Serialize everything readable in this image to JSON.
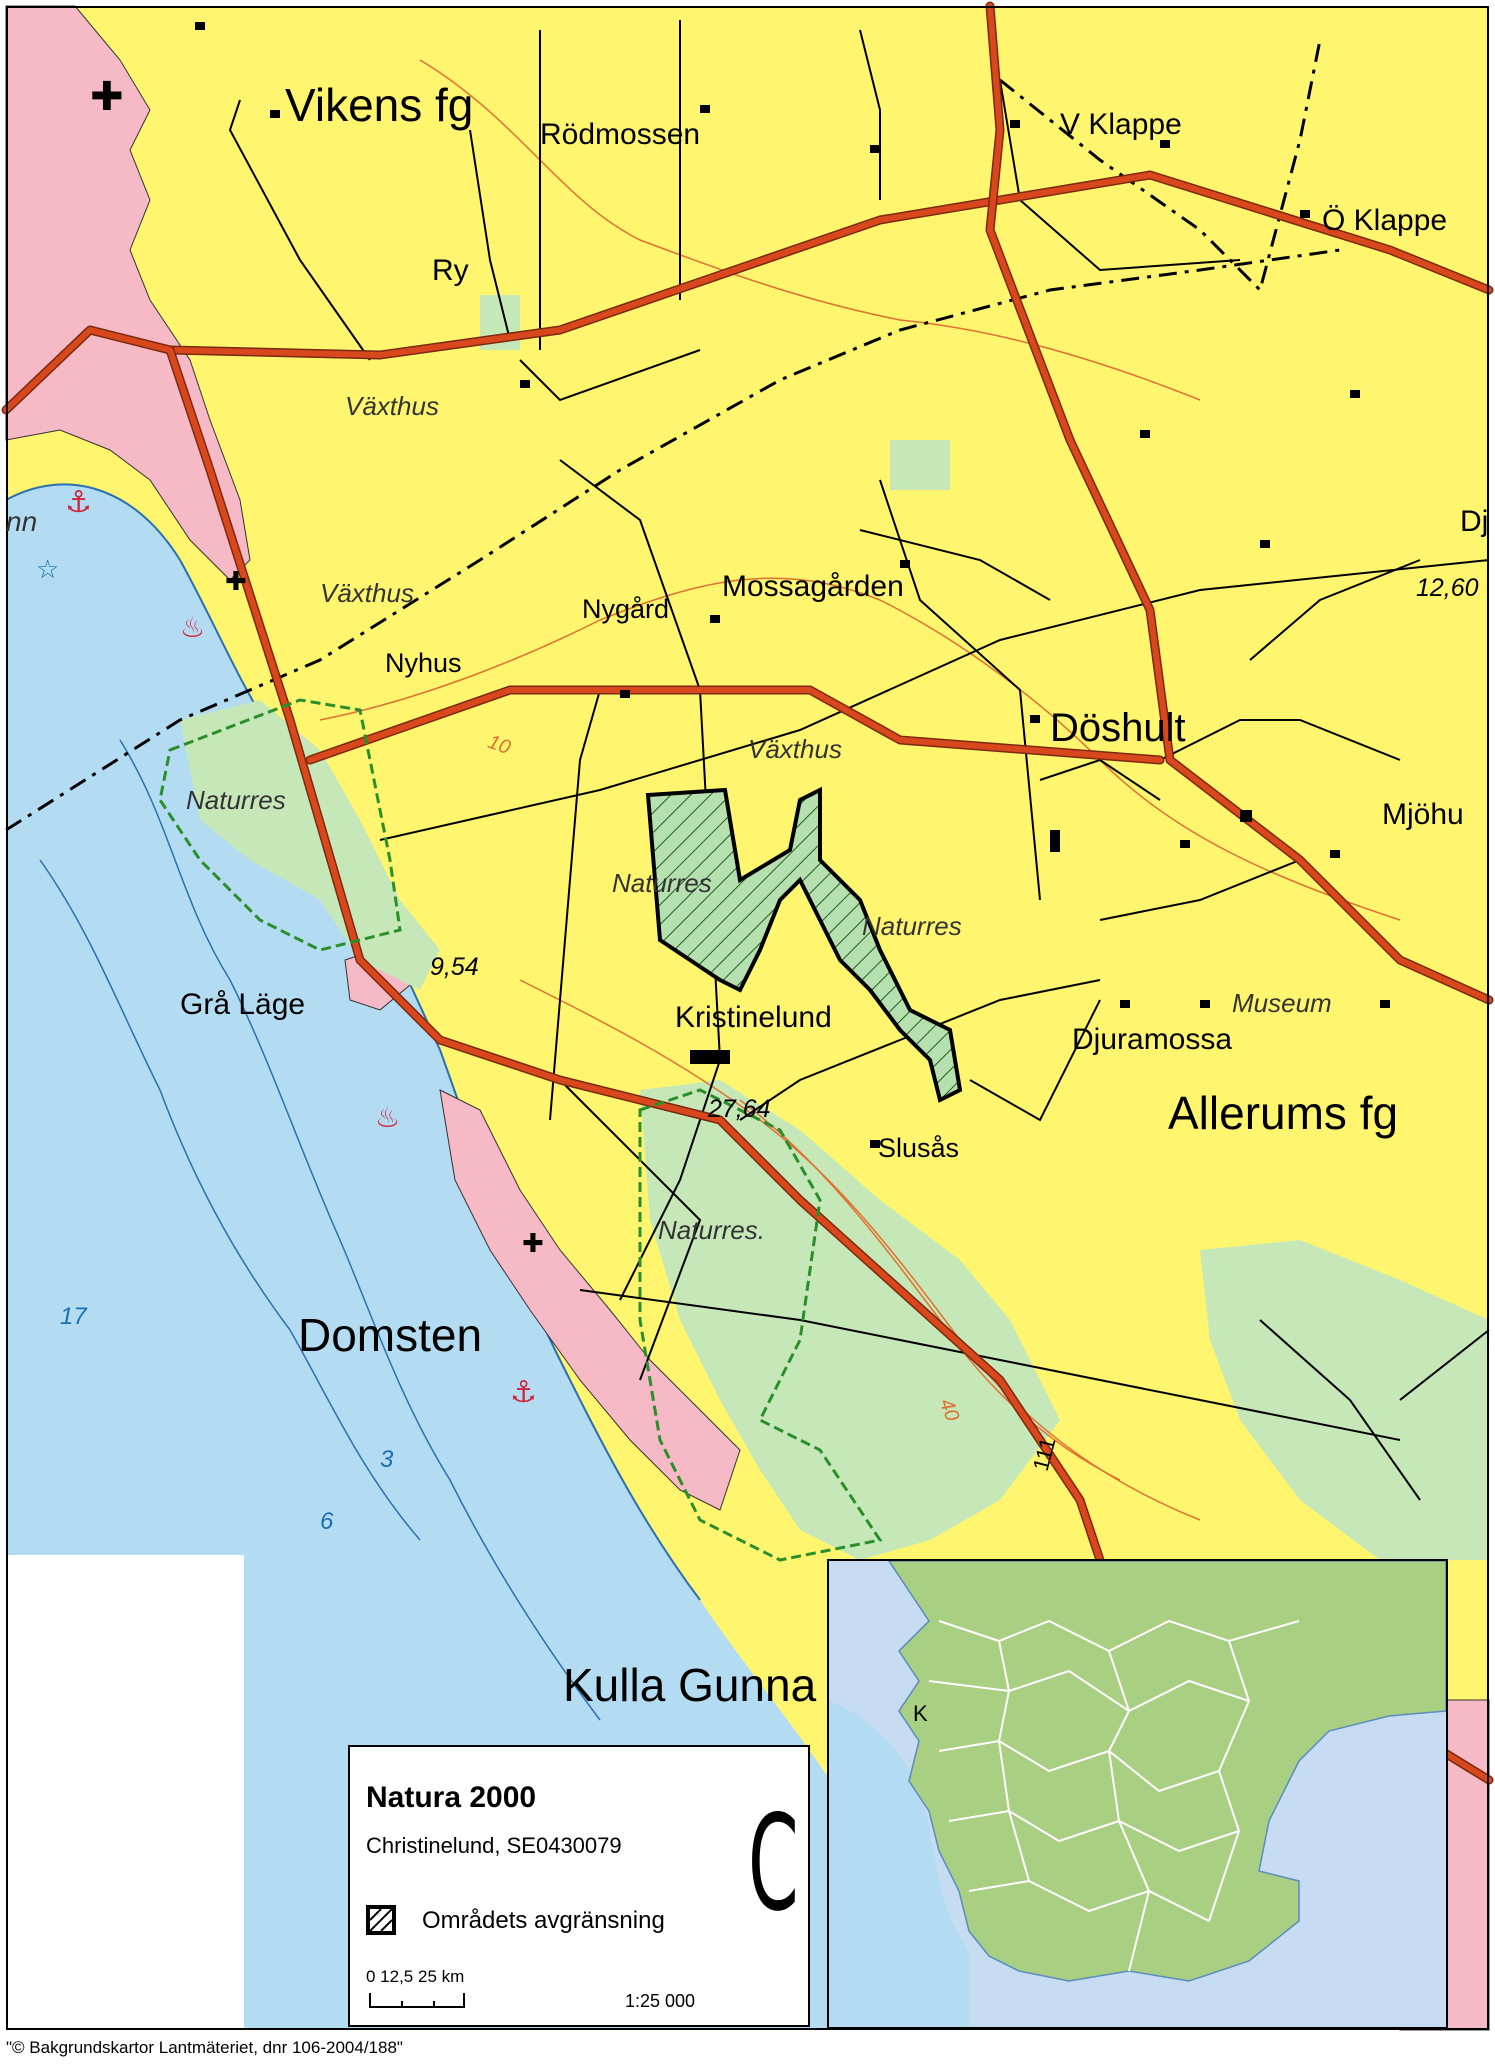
{
  "map": {
    "colors": {
      "land": "#fff56e",
      "urban": "#f6b9c6",
      "sea": "#b3dcf3",
      "forest": "#c6e8b8",
      "road": "#d9471c",
      "road_edge": "#7a2a10",
      "contour": "#e07030",
      "reserve": "#2a8f2a",
      "natura_fill": "#6fbf6f"
    },
    "places": [
      {
        "id": "vikens-fg",
        "text": "Vikens fg"
      },
      {
        "id": "rodmossen",
        "text": "Rödmossen"
      },
      {
        "id": "v-klappe",
        "text": "V Klappe"
      },
      {
        "id": "o-klappe",
        "text": "Ö Klappe"
      },
      {
        "id": "ry",
        "text": "Ry"
      },
      {
        "id": "vaxthus-1",
        "text": "Växthus"
      },
      {
        "id": "vaxthus-2",
        "text": "Växthus"
      },
      {
        "id": "vaxthus-3",
        "text": "Växthus"
      },
      {
        "id": "dj",
        "text": "Dj"
      },
      {
        "id": "height-1260",
        "text": "12,60"
      },
      {
        "id": "mossagarden",
        "text": "Mossagården"
      },
      {
        "id": "nygard",
        "text": "Nygård"
      },
      {
        "id": "nyhus",
        "text": "Nyhus"
      },
      {
        "id": "doshult",
        "text": "Döshult"
      },
      {
        "id": "mjohu",
        "text": "Mjöhu"
      },
      {
        "id": "naturres-1",
        "text": "Naturres"
      },
      {
        "id": "naturres-2",
        "text": "Naturres"
      },
      {
        "id": "naturres-3",
        "text": "Naturres"
      },
      {
        "id": "naturres-4",
        "text": "Naturres."
      },
      {
        "id": "height-954",
        "text": "9,54"
      },
      {
        "id": "gra-lage",
        "text": "Grå Läge"
      },
      {
        "id": "kristinelund",
        "text": "Kristinelund"
      },
      {
        "id": "museum",
        "text": "Museum"
      },
      {
        "id": "djuramossa",
        "text": "Djuramossa"
      },
      {
        "id": "allerums-fg",
        "text": "Allerums fg"
      },
      {
        "id": "height-2764",
        "text": "27,64"
      },
      {
        "id": "slusas",
        "text": "Slusås"
      },
      {
        "id": "depth-17",
        "text": "17"
      },
      {
        "id": "domsten",
        "text": "Domsten"
      },
      {
        "id": "kulla-gunna",
        "text": "Kulla Gunna"
      },
      {
        "id": "contour-10",
        "text": "10"
      },
      {
        "id": "contour-40",
        "text": "40"
      },
      {
        "id": "depth-3",
        "text": "3"
      },
      {
        "id": "depth-6",
        "text": "6"
      },
      {
        "id": "road-111",
        "text": "111"
      },
      {
        "id": "mn",
        "text": "nn"
      }
    ]
  },
  "legend": {
    "title": "Natura 2000",
    "site": "Christinelund, SE0430079",
    "symbol_label": "Områdets avgränsning",
    "scale_label": "0  12,5  25 km",
    "ratio": "1:25 000",
    "big_letter": "C"
  },
  "inset": {
    "marker_label": "K",
    "colors": {
      "sea": "#c7dcf2",
      "land": "#a8cf82",
      "boundary": "#ffffff"
    }
  },
  "credit": "\"© Bakgrundskartor Lantmäteriet, dnr 106-2004/188\""
}
